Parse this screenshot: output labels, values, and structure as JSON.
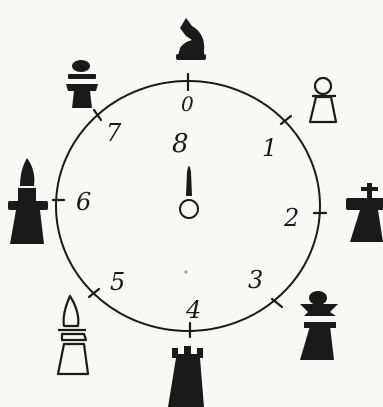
{
  "diagram": {
    "dial_labels": [
      "0",
      "1",
      "2",
      "3",
      "4",
      "5",
      "6",
      "7"
    ],
    "center_label": "8",
    "pieces": [
      {
        "position": "0",
        "piece": "knight",
        "color": "black"
      },
      {
        "position": "1",
        "piece": "pawn",
        "color": "white"
      },
      {
        "position": "2",
        "piece": "king",
        "color": "black"
      },
      {
        "position": "3",
        "piece": "queen",
        "color": "black"
      },
      {
        "position": "4",
        "piece": "rook",
        "color": "black"
      },
      {
        "position": "5",
        "piece": "bishop",
        "color": "white"
      },
      {
        "position": "6",
        "piece": "bishop",
        "color": "black"
      },
      {
        "position": "7",
        "piece": "queen",
        "color": "black"
      }
    ],
    "ink_color": "#1a1a1a",
    "paper_color": "#f8f8f6"
  }
}
